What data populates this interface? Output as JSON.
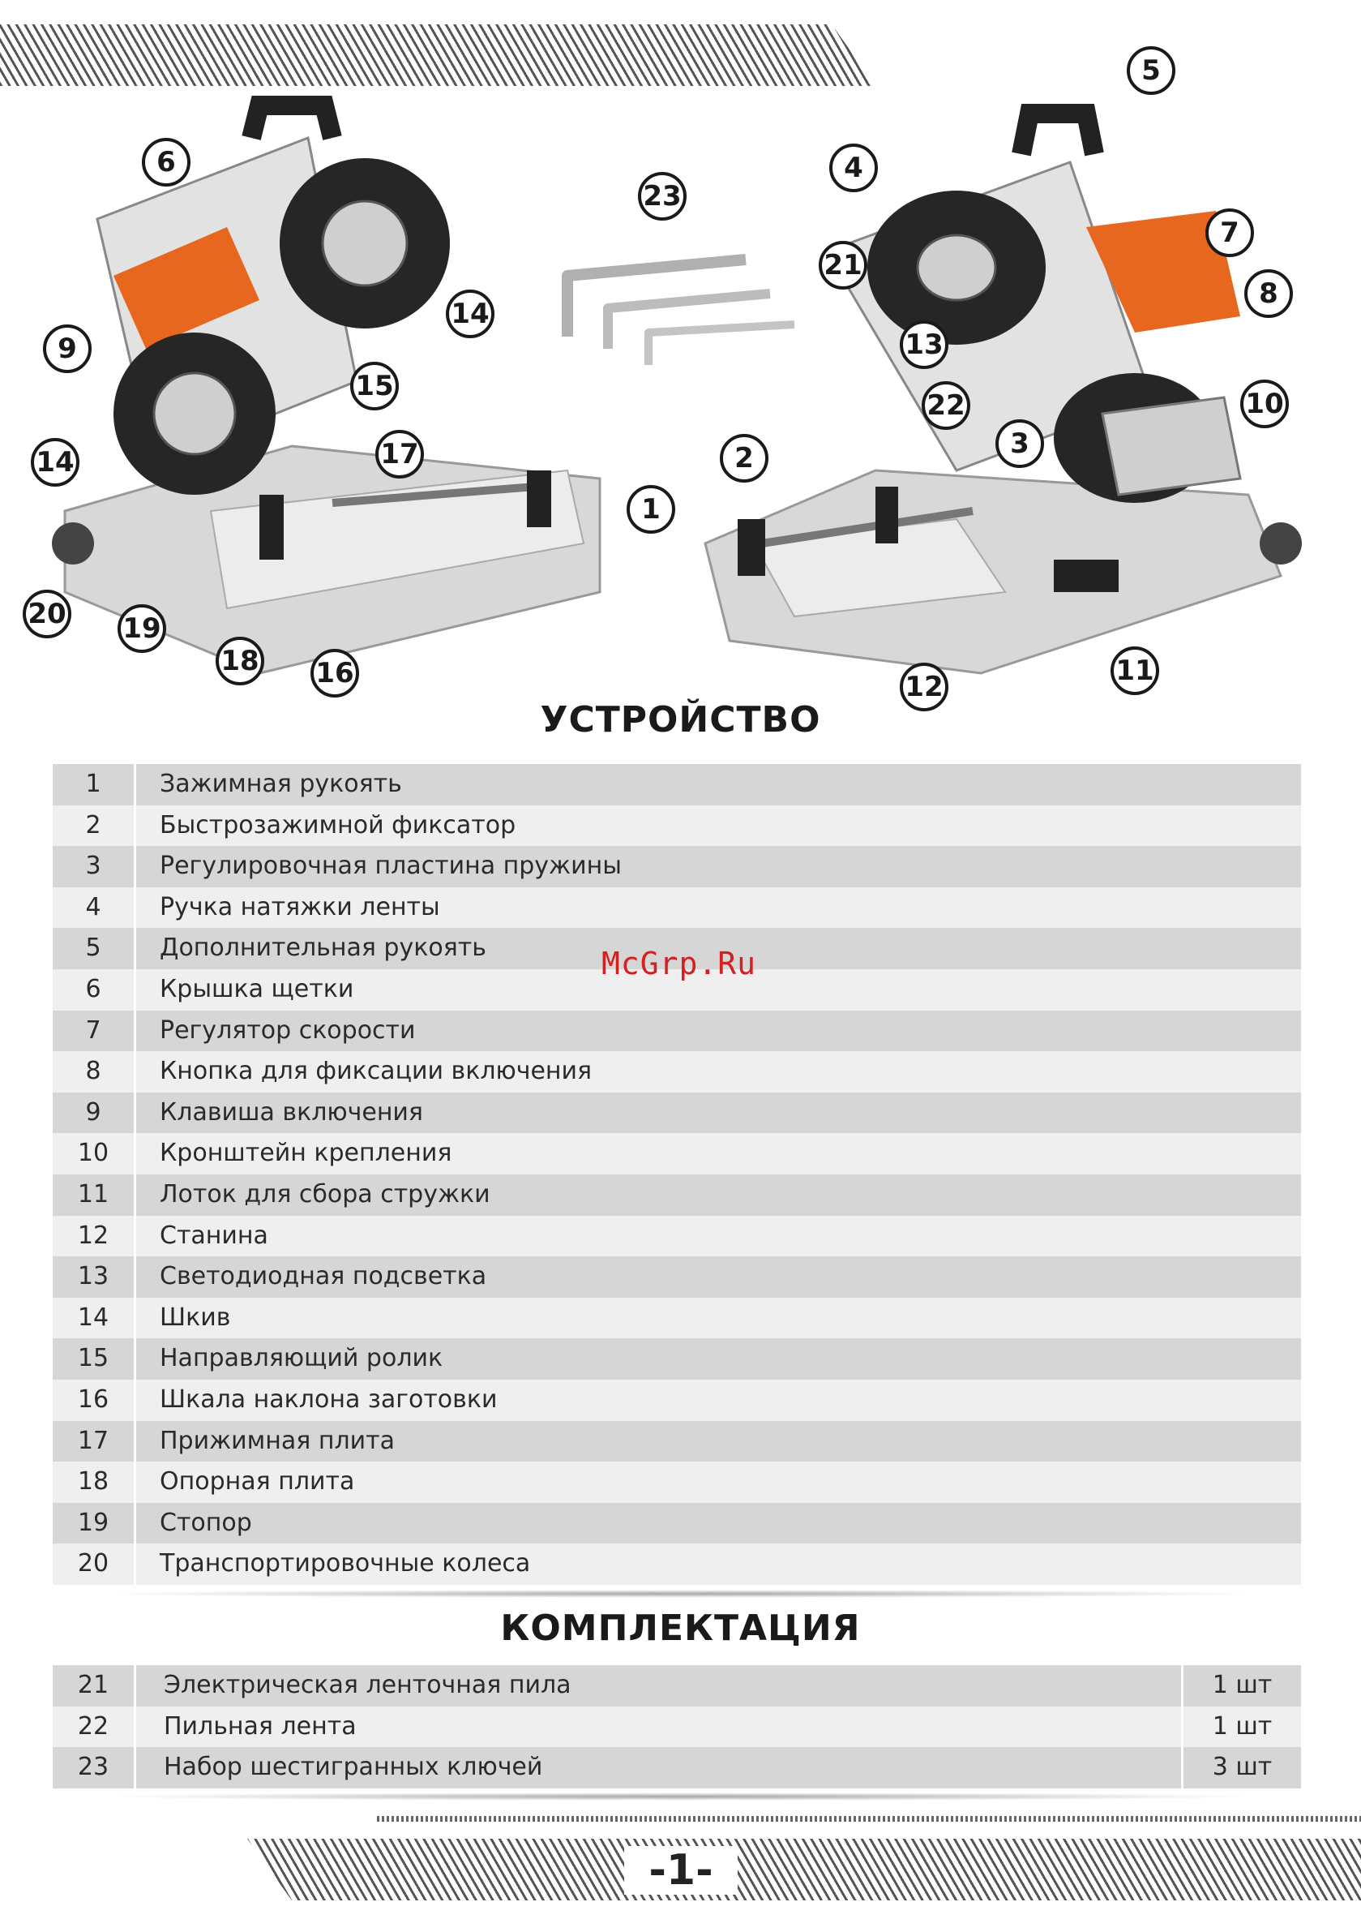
{
  "device_section": {
    "title": "УСТРОЙСТВО",
    "items": [
      {
        "num": "1",
        "label": "Зажимная рукоять"
      },
      {
        "num": "2",
        "label": "Быстрозажимной фиксатор"
      },
      {
        "num": "3",
        "label": "Регулировочная пластина пружины"
      },
      {
        "num": "4",
        "label": "Ручка натяжки ленты"
      },
      {
        "num": "5",
        "label": "Дополнительная рукоять"
      },
      {
        "num": "6",
        "label": "Крышка щетки"
      },
      {
        "num": "7",
        "label": "Регулятор скорости"
      },
      {
        "num": "8",
        "label": "Кнопка для фиксации включения"
      },
      {
        "num": "9",
        "label": "Клавиша включения"
      },
      {
        "num": "10",
        "label": "Кронштейн крепления"
      },
      {
        "num": "11",
        "label": "Лоток для сбора стружки"
      },
      {
        "num": "12",
        "label": "Станина"
      },
      {
        "num": "13",
        "label": "Светодиодная подсветка"
      },
      {
        "num": "14",
        "label": "Шкив"
      },
      {
        "num": "15",
        "label": "Направляющий ролик"
      },
      {
        "num": "16",
        "label": "Шкала наклона заготовки"
      },
      {
        "num": "17",
        "label": "Прижимная плита"
      },
      {
        "num": "18",
        "label": "Опорная плита"
      },
      {
        "num": "19",
        "label": "Стопор"
      },
      {
        "num": "20",
        "label": "Транспортировочные колеса"
      }
    ]
  },
  "kit_section": {
    "title": "КОМПЛЕКТАЦИЯ",
    "items": [
      {
        "num": "21",
        "label": "Электрическая ленточная пила",
        "qty": "1 шт"
      },
      {
        "num": "22",
        "label": "Пильная лента",
        "qty": "1 шт"
      },
      {
        "num": "23",
        "label": "Набор шестигранных ключей",
        "qty": "3 шт"
      }
    ]
  },
  "watermark": "McGrp.Ru",
  "page_number": "-1-",
  "callouts_left": [
    "6",
    "14",
    "9",
    "15",
    "14",
    "17",
    "20",
    "19",
    "18",
    "16"
  ],
  "callouts_mid": [
    "23"
  ],
  "callouts_right": [
    "5",
    "4",
    "7",
    "21",
    "8",
    "13",
    "10",
    "22",
    "3",
    "2",
    "1",
    "12",
    "11"
  ],
  "colors": {
    "accent_orange": "#e8671e",
    "row_shade": "#d6d6d6",
    "row_light": "#efefef",
    "watermark": "#d42020"
  }
}
